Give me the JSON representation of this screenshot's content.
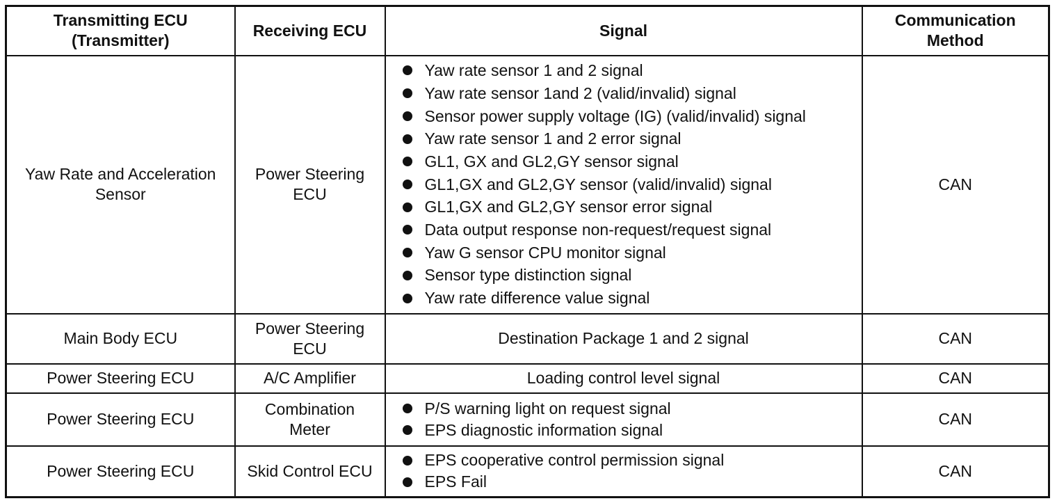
{
  "table": {
    "headers": [
      "Transmitting ECU (Transmitter)",
      "Receiving ECU",
      "Signal",
      "Communication Method"
    ],
    "rows": [
      {
        "transmitter": "Yaw Rate and Acceleration Sensor",
        "receiver": "Power Steering ECU",
        "signals": [
          "Yaw rate sensor 1 and 2 signal",
          "Yaw rate sensor 1and 2 (valid/invalid) signal",
          "Sensor power supply voltage (IG) (valid/invalid) signal",
          "Yaw rate sensor 1 and 2 error signal",
          "GL1, GX and GL2,GY sensor signal",
          "GL1,GX and GL2,GY sensor (valid/invalid) signal",
          "GL1,GX and GL2,GY sensor error signal",
          "Data output response non-request/request signal",
          "Yaw G sensor CPU monitor signal",
          "Sensor type distinction signal",
          "Yaw rate difference value signal"
        ],
        "method": "CAN"
      },
      {
        "transmitter": "Main Body ECU",
        "receiver": "Power Steering ECU",
        "signal_text": "Destination Package 1 and 2 signal",
        "method": "CAN"
      },
      {
        "transmitter": "Power Steering ECU",
        "receiver": "A/C Amplifier",
        "signal_text": "Loading control level signal",
        "method": "CAN"
      },
      {
        "transmitter": "Power Steering ECU",
        "receiver": "Combination Meter",
        "signals": [
          "P/S warning light on request signal",
          "EPS diagnostic information signal"
        ],
        "method": "CAN"
      },
      {
        "transmitter": "Power Steering ECU",
        "receiver": "Skid Control ECU",
        "signals": [
          "EPS cooperative control permission signal",
          "EPS Fail"
        ],
        "method": "CAN"
      }
    ]
  }
}
